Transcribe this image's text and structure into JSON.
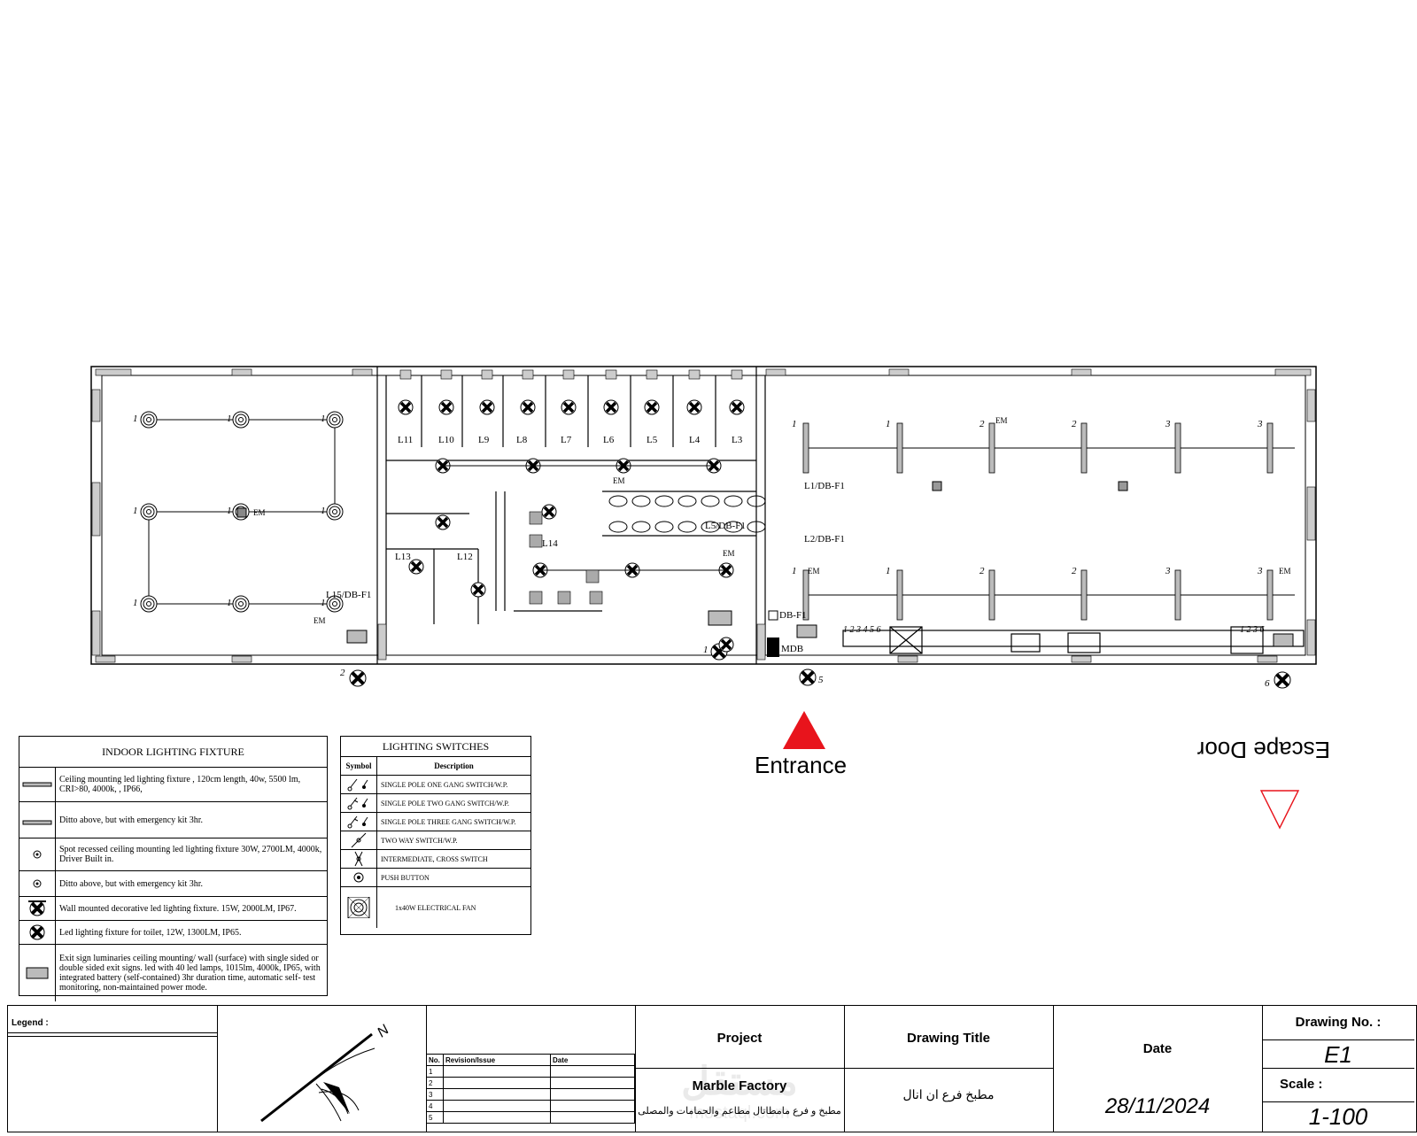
{
  "plan": {
    "room_labels": [
      "L11",
      "L10",
      "L9",
      "L8",
      "L7",
      "L6",
      "L5",
      "L4",
      "L3",
      "L13",
      "L12",
      "L14"
    ],
    "circuit_labels": [
      "L1/DB-F1",
      "L2/DB-F1",
      "L15/DB-F1",
      "L5/DB-F1"
    ],
    "panel_labels": [
      "DB-F1",
      "MDB"
    ],
    "em_mark": "EM",
    "top_numbers": [
      "1",
      "1",
      "2",
      "2",
      "3",
      "3"
    ],
    "bottom_numbers": [
      "1",
      "1",
      "2",
      "2",
      "3",
      "3"
    ],
    "left_fixture_numbers": [
      "1",
      "1",
      "1",
      "1",
      "1",
      "1",
      "1",
      "1",
      "1"
    ],
    "switch_numbers": [
      "2",
      "1",
      "5",
      "6"
    ],
    "kitchen_switch_labels": [
      "1 2 3 4 5 6",
      "1 2 3 6"
    ],
    "entrance_label": "Entrance",
    "escape_label": "Escape Door",
    "colors": {
      "entrance_arrow": "#e8141c",
      "escape_arrow": "#e8141c"
    }
  },
  "indoor_legend": {
    "title": "INDOOR LIGHTING FIXTURE",
    "rows": [
      {
        "icon": "linear-led-icon",
        "text": "Ceiling mounting led lighting fixture , 120cm length, 40w, 5500 lm, CRI>80, 4000k, , IP66,"
      },
      {
        "icon": "linear-led-em-icon",
        "text": "Ditto above, but with emergency kit 3hr."
      },
      {
        "icon": "spot-recessed-icon",
        "text": "Spot recessed ceiling mounting led lighting fixture 30W, 2700LM, 4000k, Driver Built in."
      },
      {
        "icon": "spot-recessed-em-icon",
        "text": "Ditto above, but with emergency kit 3hr."
      },
      {
        "icon": "wall-decorative-icon",
        "text": "Wall mounted decorative led lighting fixture. 15W, 2000LM, IP67."
      },
      {
        "icon": "toilet-fixture-icon",
        "text": "Led lighting fixture for toilet, 12W, 1300LM, IP65."
      },
      {
        "icon": "exit-sign-icon",
        "text": "Exit sign luminaries ceiling mounting/ wall (surface) with single sided or double sided exit signs. led with 40 led lamps, 1015lm, 4000k, IP65, with integrated battery (self-contained) 3hr duration time, automatic self- test monitoring, non-maintained power mode."
      }
    ]
  },
  "switch_legend": {
    "title": "LIGHTING SWITCHES",
    "col_symbol": "Symbol",
    "col_description": "Description",
    "rows": [
      {
        "icon": "one-gang-switch-icon",
        "text": "SINGLE POLE ONE GANG SWITCH/W.P."
      },
      {
        "icon": "two-gang-switch-icon",
        "text": "SINGLE POLE TWO GANG SWITCH/W.P."
      },
      {
        "icon": "three-gang-switch-icon",
        "text": "SINGLE POLE THREE GANG SWITCH/W.P."
      },
      {
        "icon": "two-way-switch-icon",
        "text": "TWO WAY SWITCH/W.P."
      },
      {
        "icon": "intermediate-switch-icon",
        "text": "INTERMEDIATE, CROSS SWITCH"
      },
      {
        "icon": "push-button-icon",
        "text": "PUSH BUTTON"
      },
      {
        "icon": "fan-icon",
        "text": "1x40W ELECTRICAL FAN"
      }
    ]
  },
  "title_block": {
    "legend_label": "Legend :",
    "north_label": "N",
    "rev_no": "No.",
    "rev_issue": "Revision/Issue",
    "rev_date": "Date",
    "rev_rows": [
      "1",
      "2",
      "3",
      "4",
      "5"
    ],
    "project_label": "Project",
    "project_name": "Marble Factory",
    "project_subtitle": "مطبخ و فرع مامطاتال مطاعم والحمامات والمصلى",
    "drawing_title_label": "Drawing Title",
    "drawing_title_value": "مطبخ فرع ان انال",
    "date_label": "Date",
    "date_value": "28/11/2024",
    "drawing_no_label": "Drawing No. :",
    "drawing_no_value": "E1",
    "scale_label": "Scale :",
    "scale_value": "1-100",
    "watermark": "مستقل",
    "watermark_url": "mostaql.com"
  }
}
